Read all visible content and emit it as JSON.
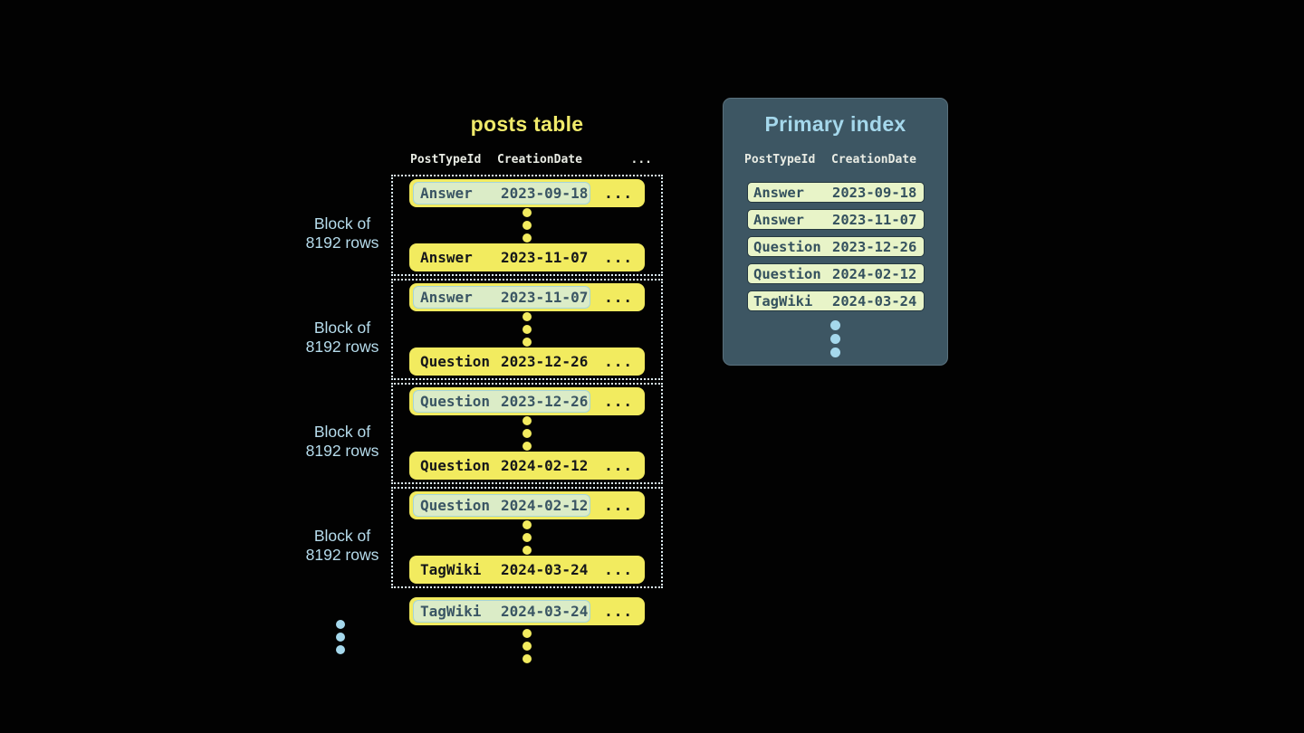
{
  "colors": {
    "background": "#020202",
    "row_yellow": "#f2eb5f",
    "title_yellow": "#f0ea6a",
    "highlight_bg": "#dbecc7",
    "highlight_border": "#a5d5da",
    "highlight_text": "#3a5564",
    "row_text": "#15171a",
    "dotted_border": "#dbeaf0",
    "block_label": "#b6dcec",
    "panel_bg": "#3d5663",
    "panel_border": "#5a717d",
    "panel_title": "#a5d8ec",
    "header_text": "#e9ece4",
    "index_row_bg": "#e8f4c8",
    "index_row_border": "#253840",
    "index_row_text": "#34515e",
    "blue_dot": "#a5d8ec"
  },
  "posts_table": {
    "title": "posts table",
    "headers": {
      "col1": "PostTypeId",
      "col2": "CreationDate",
      "col3": "..."
    },
    "ellipsis": "...",
    "block_label": {
      "line1": "Block of",
      "line2": "8192 rows"
    },
    "blocks": [
      {
        "first_type": "Answer",
        "first_date": "2023-09-18",
        "last_type": "Answer",
        "last_date": "2023-11-07"
      },
      {
        "first_type": "Answer",
        "first_date": "2023-11-07",
        "last_type": "Question",
        "last_date": "2023-12-26"
      },
      {
        "first_type": "Question",
        "first_date": "2023-12-26",
        "last_type": "Question",
        "last_date": "2024-02-12"
      },
      {
        "first_type": "Question",
        "first_date": "2024-02-12",
        "last_type": "TagWiki",
        "last_date": "2024-03-24"
      }
    ],
    "tail_row": {
      "type": "TagWiki",
      "date": "2024-03-24"
    }
  },
  "primary_index": {
    "title": "Primary index",
    "headers": {
      "col1": "PostTypeId",
      "col2": "CreationDate"
    },
    "rows": [
      {
        "type": "Answer",
        "date": "2023-09-18"
      },
      {
        "type": "Answer",
        "date": "2023-11-07"
      },
      {
        "type": "Question",
        "date": "2023-12-26"
      },
      {
        "type": "Question",
        "date": "2024-02-12"
      },
      {
        "type": "TagWiki",
        "date": "2024-03-24"
      }
    ]
  }
}
